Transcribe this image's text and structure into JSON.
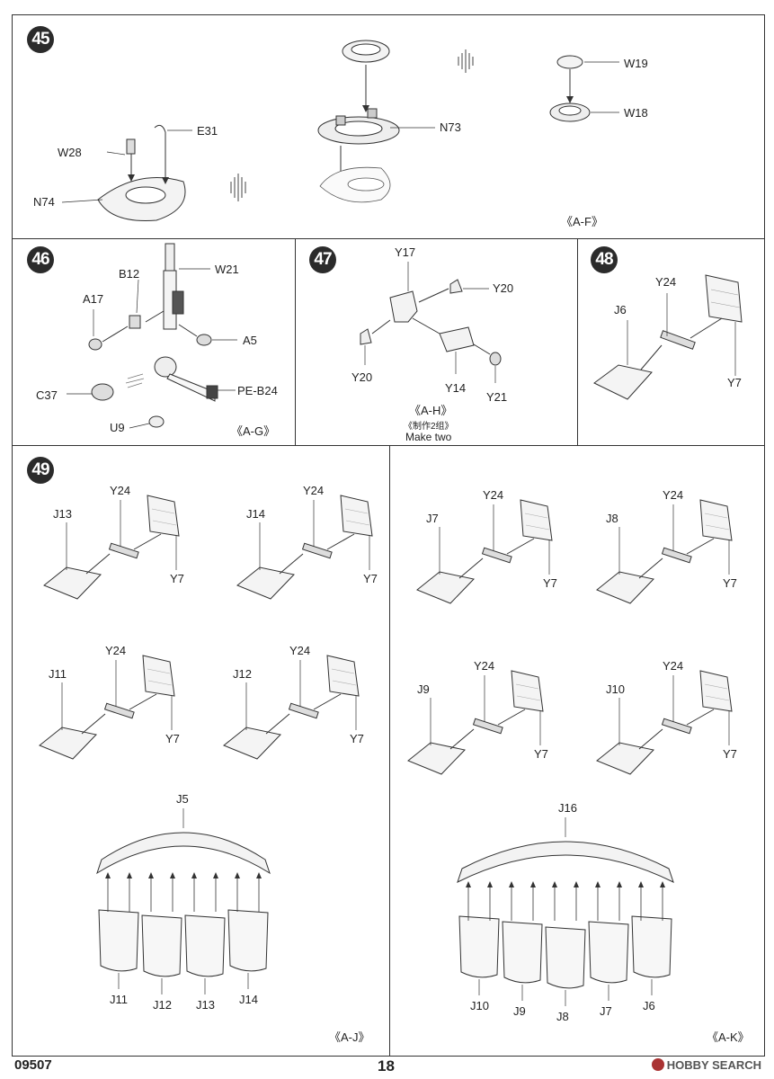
{
  "steps": {
    "s45": {
      "number": "45",
      "ref": "《A-F》",
      "parts": [
        "W28",
        "E31",
        "N74",
        "N73",
        "W19",
        "W18"
      ]
    },
    "s46": {
      "number": "46",
      "ref": "《A-G》",
      "parts": [
        "B12",
        "W21",
        "A17",
        "A5",
        "C37",
        "PE-B24",
        "U9"
      ]
    },
    "s47": {
      "number": "47",
      "ref": "《A-H》",
      "note_cn": "《制作2组》",
      "note_en": "Make two",
      "parts": [
        "Y17",
        "Y20",
        "Y20",
        "Y14",
        "Y21"
      ]
    },
    "s48": {
      "number": "48",
      "parts": [
        "Y24",
        "J6",
        "Y7"
      ]
    },
    "s49": {
      "number": "49",
      "ref_left": "《A-J》",
      "ref_right": "《A-K》",
      "left_sets": [
        {
          "j": "J13",
          "y24": "Y24",
          "y7": "Y7"
        },
        {
          "j": "J14",
          "y24": "Y24",
          "y7": "Y7"
        },
        {
          "j": "J11",
          "y24": "Y24",
          "y7": "Y7"
        },
        {
          "j": "J12",
          "y24": "Y24",
          "y7": "Y7"
        }
      ],
      "right_sets": [
        {
          "j": "J7",
          "y24": "Y24",
          "y7": "Y7"
        },
        {
          "j": "J8",
          "y24": "Y24",
          "y7": "Y7"
        },
        {
          "j": "J9",
          "y24": "Y24",
          "y7": "Y7"
        },
        {
          "j": "J10",
          "y24": "Y24",
          "y7": "Y7"
        }
      ],
      "left_assembly": {
        "top": "J5",
        "bottom": [
          "J11",
          "J12",
          "J13",
          "J14"
        ]
      },
      "right_assembly": {
        "top": "J16",
        "bottom": [
          "J10",
          "J9",
          "J8",
          "J7",
          "J6"
        ]
      }
    }
  },
  "footer": {
    "code": "09507",
    "page": "18",
    "watermark": "HOBBY SEARCH"
  }
}
